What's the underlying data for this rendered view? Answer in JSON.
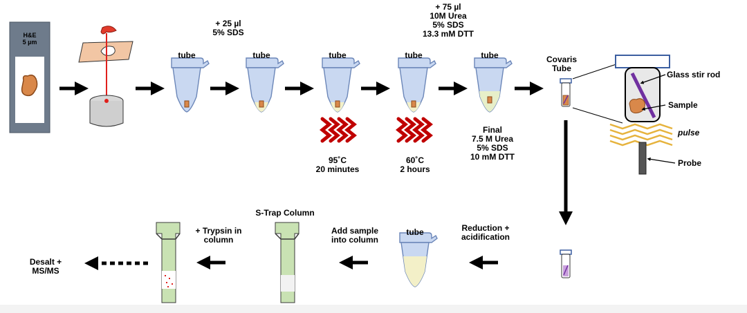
{
  "slide": {
    "slide_label": "H&E\n5 µm",
    "tube_label": "tube",
    "step2_reagent": "+ 25 µl\n5% SDS",
    "step5_reagent": "+ 75 µl\n10M Urea\n5% SDS\n13.3 mM DTT",
    "heat1": "95˚C\n20 minutes",
    "heat2": "60˚C\n2 hours",
    "final": "Final\n7.5 M Urea\n5% SDS\n10 mM DTT",
    "covaris": "Covaris\nTube",
    "glass_stir_rod": "Glass stir rod",
    "sample": "Sample",
    "pulse": "pulse",
    "probe": "Probe",
    "reduction": "Reduction +\nacidification",
    "add_sample": "Add sample\ninto column",
    "strap_column": "S-Trap Column",
    "trypsin": "+ Trypsin in\ncolumn",
    "desalt": "Desalt +\nMS/MS"
  },
  "colors": {
    "tube_fill": "#c9d8f1",
    "tube_stroke": "#6b86b8",
    "liquid_yellow": "#f3f0c8",
    "tissue_orange": "#d9884a",
    "heat_red": "#c00000",
    "column_green": "#c9e2b3",
    "column_stroke": "#3b3b3b",
    "probe_gold": "#e6b33d",
    "rod_purple": "#7030a0",
    "slide_gray": "#6e7b8b"
  }
}
